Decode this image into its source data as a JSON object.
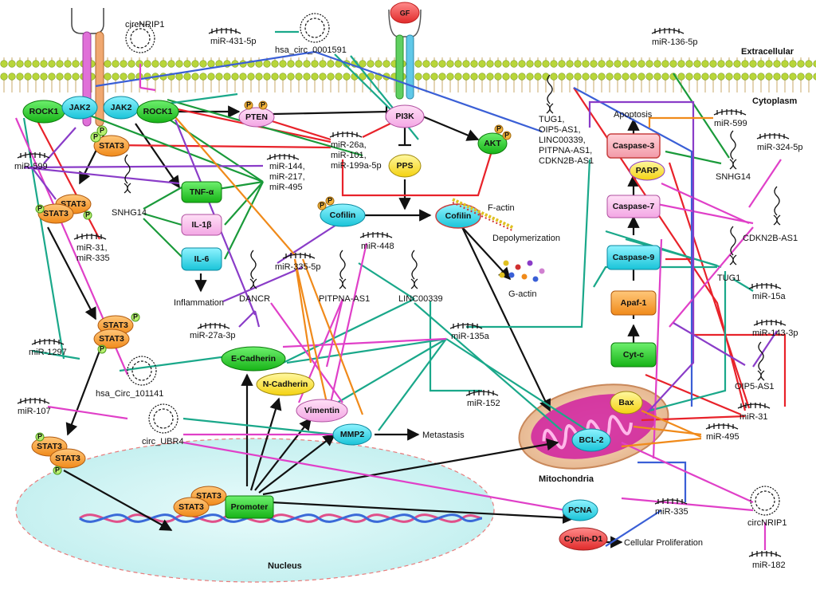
{
  "regions": {
    "extracellular": "Extracellular",
    "cytoplasm": "Cytoplasm",
    "nucleus": "Nucleus",
    "mitochondria": "Mitochondria"
  },
  "receptor": {
    "gf": "GF"
  },
  "proteins": {
    "rock1_left": "ROCK1",
    "jak2_left": "JAK2",
    "jak2_right": "JAK2",
    "rock1_right": "ROCK1",
    "stat3_a": "STAT3",
    "stat3_b1": "STAT3",
    "stat3_b2": "STAT3",
    "stat3_c1": "STAT3",
    "stat3_c2": "STAT3",
    "stat3_d1": "STAT3",
    "stat3_d2": "STAT3",
    "stat3_e1": "STAT3",
    "stat3_e2": "STAT3",
    "pten": "PTEN",
    "pi3k": "PI3K",
    "akt": "AKT",
    "pps": "PPS",
    "tnf": "TNF-α",
    "il1b": "IL-1β",
    "il6": "IL-6",
    "cofilin1": "Cofilin",
    "cofilin2": "Cofilin",
    "ecad": "E-Cadherin",
    "ncad": "N-Cadherin",
    "vim": "Vimentin",
    "mmp2": "MMP2",
    "casp3": "Caspase-3",
    "parp": "PARP",
    "casp7": "Caspase-7",
    "casp9": "Caspase-9",
    "apaf1": "Apaf-1",
    "cytc": "Cyt-c",
    "bax": "Bax",
    "bcl2": "BCL-2",
    "promoter": "Promoter",
    "pcna": "PCNA",
    "cyclind1": "Cyclin-D1",
    "p": "P"
  },
  "rnas": {
    "circNRIP1_top": "circNRIP1",
    "mir431": "miR-431-5p",
    "hsa_circ_0001591": "hsa_circ_0001591",
    "mir136": "miR-136-5p",
    "mir26a_group": [
      "miR-26a,",
      "miR-101,",
      "miR-199a-5p"
    ],
    "tug1_group": [
      "TUG1,",
      "OIP5-AS1,",
      "LINC00339,",
      "PITPNA-AS1,",
      "CDKN2B-AS1"
    ],
    "mir599_right": "miR-599",
    "mir324": "miR-324-5p",
    "snhg14_right": "SNHG14",
    "mir599_left": "miR-599",
    "snhg14_left": "SNHG14",
    "mir144_group": [
      "miR-144,",
      "miR-217,",
      "miR-495"
    ],
    "mir31_335": [
      "miR-31,",
      "miR-335"
    ],
    "mir448": "miR-448",
    "mir335_5p": "miR-335-5p",
    "dancr": "DANCR",
    "pitpna": "PITPNA-AS1",
    "linc00339": "LINC00339",
    "mir27a": "miR-27a-3p",
    "mir135a": "miR-135a",
    "mir1297": "miR-1297",
    "hsa_circ_101141": "hsa_Circ_101141",
    "mir152": "miR-152",
    "mir107": "miR-107",
    "circ_ubr4": "circ_UBR4",
    "cdkn2b": "CDKN2B-AS1",
    "tug1": "TUG1",
    "mir15a": "miR-15a",
    "mir143": "miR-143-3p",
    "oip5": "OIP5-AS1",
    "mir31": "miR-31",
    "mir495": "miR-495",
    "mir335": "miR-335",
    "circNRIP1_bottom": "circNRIP1",
    "mir182": "miR-182"
  },
  "processes": {
    "apoptosis": "Apoptosis",
    "factin": "F-actin",
    "depoly": "Depolymerization",
    "gactin": "G-actin",
    "inflammation": "Inflammation",
    "metastasis": "Metastasis",
    "proliferation": "Cellular Proliferation"
  },
  "colors": {
    "red": "#e8222a",
    "green": "#1a9a3a",
    "teal": "#1aa88a",
    "blue": "#3a5fd6",
    "magenta": "#e040c8",
    "purple": "#8a3cc8",
    "orange": "#f08a1a",
    "black": "#111111"
  }
}
